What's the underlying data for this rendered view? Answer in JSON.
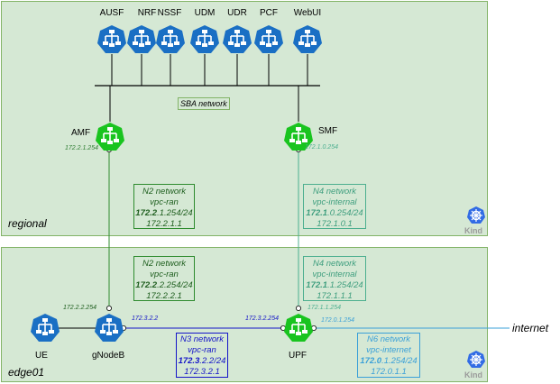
{
  "regions": {
    "regional": {
      "label": "regional",
      "kind_label": "Kind"
    },
    "edge": {
      "label": "edge01",
      "kind_label": "Kind"
    }
  },
  "nfs": {
    "ausf": "AUSF",
    "nrf": "NRF",
    "nssf": "NSSF",
    "udm": "UDM",
    "udr": "UDR",
    "pcf": "PCF",
    "webui": "WebUI",
    "amf": "AMF",
    "smf": "SMF",
    "ue": "UE",
    "gnodeb": "gNodeB",
    "upf": "UPF"
  },
  "sba_network": "SBA network",
  "internet": "internet",
  "ips": {
    "amf": "172.2.1.254",
    "smf": "172.1.0.254",
    "gnodeb_n2": "172.2.2.254",
    "gnodeb_n3": "172.3.2.2",
    "upf_n3": "172.3.2.254",
    "upf_n4": "172.1.1.254",
    "upf_n6": "172.0.1.254"
  },
  "networks": {
    "n2_regional": {
      "name": "N2 network",
      "vpc": "vpc-ran",
      "cidr_bold": "172.2",
      "cidr_rest": ".1.254/24",
      "gw": "172.2.1.1"
    },
    "n4_regional": {
      "name": "N4 network",
      "vpc": "vpc-internal",
      "cidr_bold": "172.1",
      "cidr_rest": ".0.254/24",
      "gw": "172.1.0.1"
    },
    "n2_edge": {
      "name": "N2 network",
      "vpc": "vpc-ran",
      "cidr_bold": "172.2",
      "cidr_rest": ".2.254/24",
      "gw": "172.2.2.1"
    },
    "n4_edge": {
      "name": "N4 network",
      "vpc": "vpc-internal",
      "cidr_bold": "172.1",
      "cidr_rest": ".1.254/24",
      "gw": "172.1.1.1"
    },
    "n3_edge": {
      "name": "N3 network",
      "vpc": "vpc-ran",
      "cidr_bold": "172.3",
      "cidr_rest": ".2.2/24",
      "gw": "172.3.2.1"
    },
    "n6_edge": {
      "name": "N6 network",
      "vpc": "vpc-internet",
      "cidr_bold": "172.0",
      "cidr_rest": ".1.254/24",
      "gw": "172.0.1.1"
    }
  },
  "colors": {
    "region_fill": "#d5e8d4",
    "region_border": "#82b366",
    "nf_blue": "#1a6fc4",
    "nf_green": "#19c41f",
    "n2": "#1e6b1e",
    "n4": "#4caf8f",
    "n3": "#1414c8",
    "n6": "#3aa0d8"
  }
}
